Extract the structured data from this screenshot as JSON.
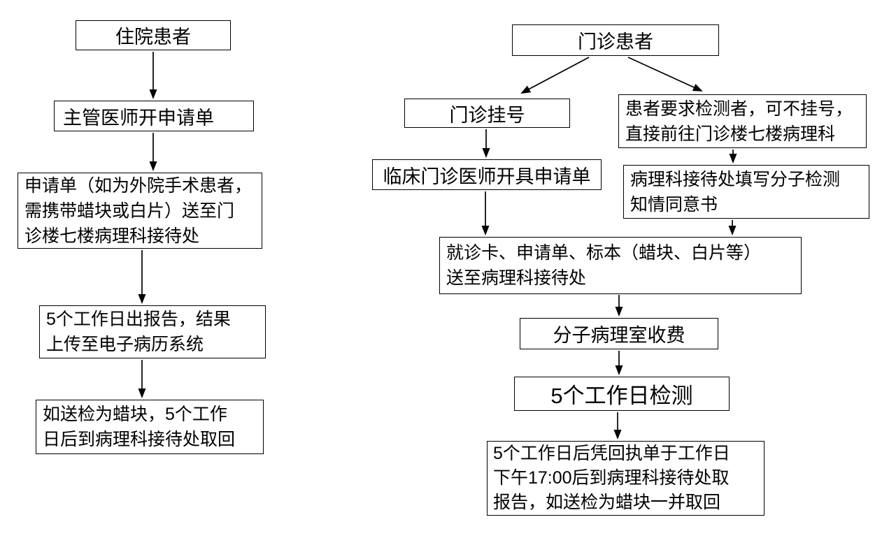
{
  "diagram": {
    "type": "flowchart",
    "stroke_color": "#000000",
    "box_fill": "#ffffff",
    "text_color": "#000000",
    "left_flow": {
      "nodes": [
        {
          "id": "inpatient",
          "label": "住院患者"
        },
        {
          "id": "attending-doctor-request",
          "label": "主管医师开申请单"
        },
        {
          "id": "deliver-request-form",
          "label": "申请单（如为外院手术患者，\n需携带蜡块或白片）送至门\n诊楼七楼病理科接待处"
        },
        {
          "id": "report-in-5-days",
          "label": "5个工作日出报告，结果\n上传至电子病历系统"
        },
        {
          "id": "retrieve-wax-block",
          "label": "如送检为蜡块，5个工作\n日后到病理科接待处取回"
        }
      ],
      "edges": [
        {
          "from": "inpatient",
          "to": "attending-doctor-request"
        },
        {
          "from": "attending-doctor-request",
          "to": "deliver-request-form"
        },
        {
          "from": "deliver-request-form",
          "to": "report-in-5-days"
        },
        {
          "from": "report-in-5-days",
          "to": "retrieve-wax-block"
        }
      ]
    },
    "right_flow": {
      "nodes": [
        {
          "id": "outpatient",
          "label": "门诊患者"
        },
        {
          "id": "outpatient-registration",
          "label": "门诊挂号"
        },
        {
          "id": "no-registration-direct",
          "label": "患者要求检测者，可不挂号，\n直接前往门诊楼七楼病理科"
        },
        {
          "id": "clinician-issues-request",
          "label": "临床门诊医师开具申请单"
        },
        {
          "id": "consent-form",
          "label": "病理科接待处填写分子检测\n知情同意书"
        },
        {
          "id": "deliver-materials",
          "label": "就诊卡、申请单、标本（蜡块、白片等）\n送至病理科接待处"
        },
        {
          "id": "molecular-pathology-payment",
          "label": "分子病理室收费"
        },
        {
          "id": "testing-5-days",
          "label": "5个工作日检测"
        },
        {
          "id": "report-pickup",
          "label": "5个工作日后凭回执单于工作日\n下午17:00后到病理科接待处取\n报告，如送检为蜡块一并取回"
        }
      ],
      "edges": [
        {
          "from": "outpatient",
          "to": "outpatient-registration"
        },
        {
          "from": "outpatient",
          "to": "no-registration-direct"
        },
        {
          "from": "outpatient-registration",
          "to": "clinician-issues-request"
        },
        {
          "from": "no-registration-direct",
          "to": "consent-form"
        },
        {
          "from": "clinician-issues-request",
          "to": "deliver-materials"
        },
        {
          "from": "consent-form",
          "to": "deliver-materials"
        },
        {
          "from": "deliver-materials",
          "to": "molecular-pathology-payment"
        },
        {
          "from": "molecular-pathology-payment",
          "to": "testing-5-days"
        },
        {
          "from": "testing-5-days",
          "to": "report-pickup"
        }
      ]
    }
  }
}
